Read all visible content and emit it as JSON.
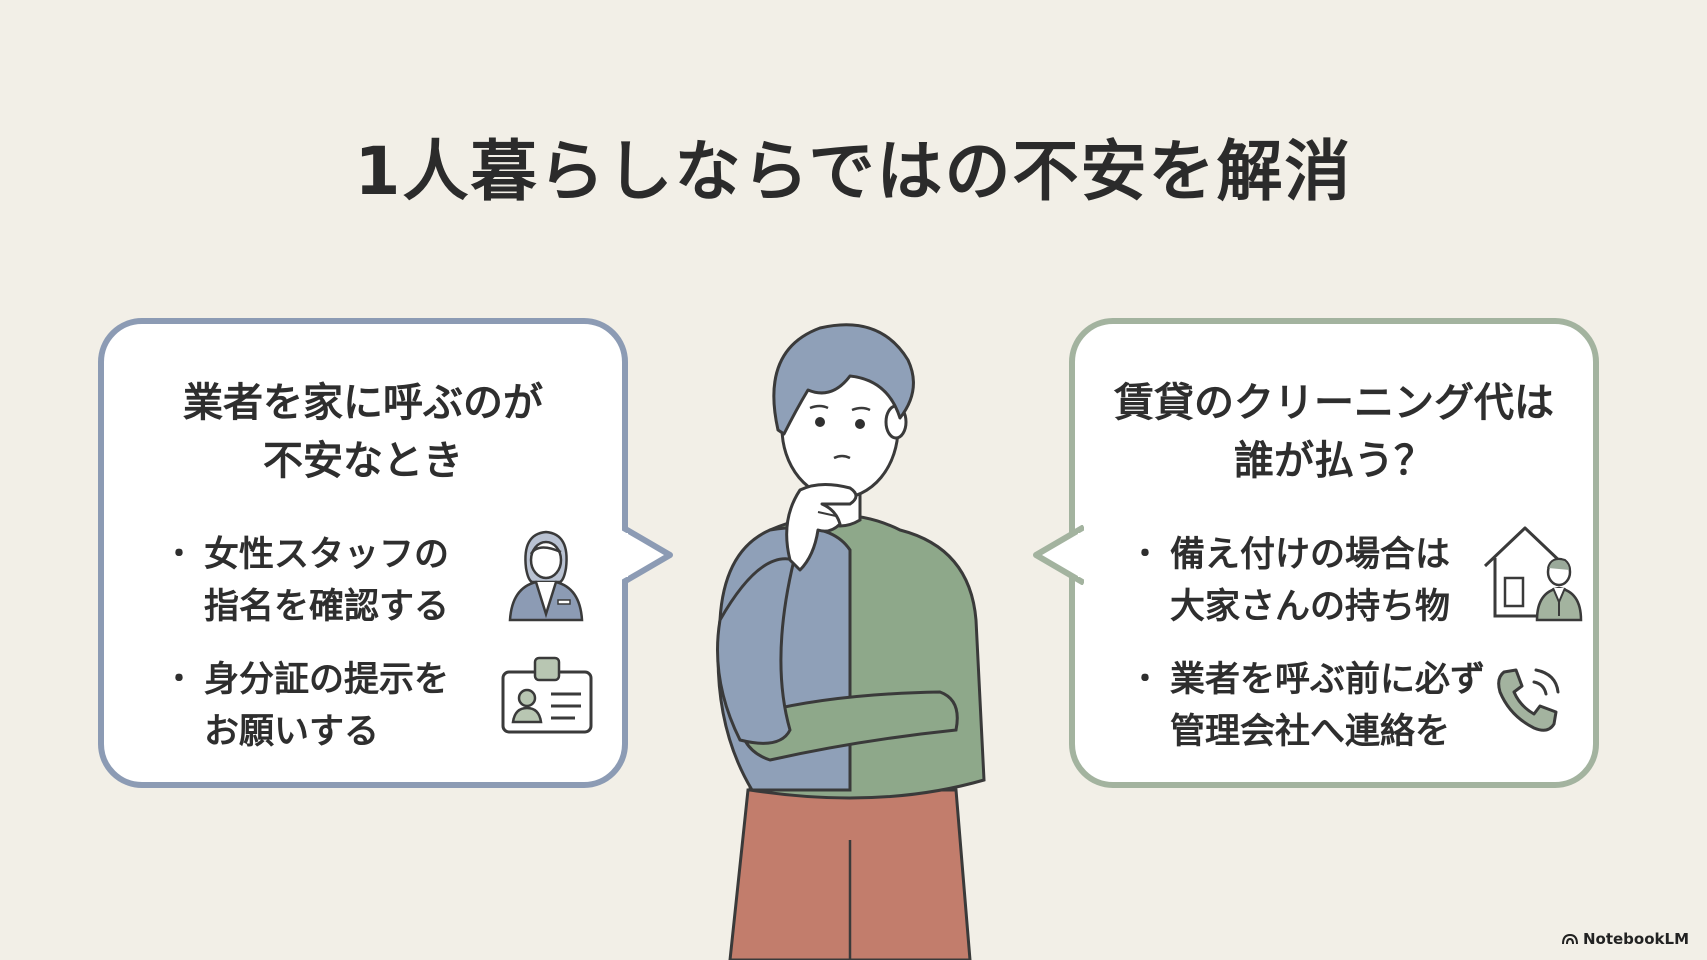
{
  "title": "1人暮らしならではの不安を解消",
  "left_bubble": {
    "heading": "業者を家に呼ぶのが\n不安なとき",
    "items": [
      {
        "text": "女性スタッフの\n指名を確認する",
        "icon": "female-staff-icon"
      },
      {
        "text": "身分証の提示を\nお願いする",
        "icon": "id-card-icon"
      }
    ]
  },
  "right_bubble": {
    "heading": "賃貸のクリーニング代は\n誰が払う？",
    "items": [
      {
        "text": "備え付けの場合は\n大家さんの持ち物",
        "icon": "house-landlord-icon"
      },
      {
        "text": "業者を呼ぶ前に必ず\n管理会社へ連絡を",
        "icon": "phone-icon"
      }
    ]
  },
  "bullet": "・",
  "brand": "NotebookLM",
  "colors": {
    "background": "#f2efe7",
    "left_border": "#8c9bb4",
    "right_border": "#a3b39f",
    "sweater_blue": "#8fa0b8",
    "sweater_green": "#8ea88a",
    "pants": "#c27d6c"
  }
}
